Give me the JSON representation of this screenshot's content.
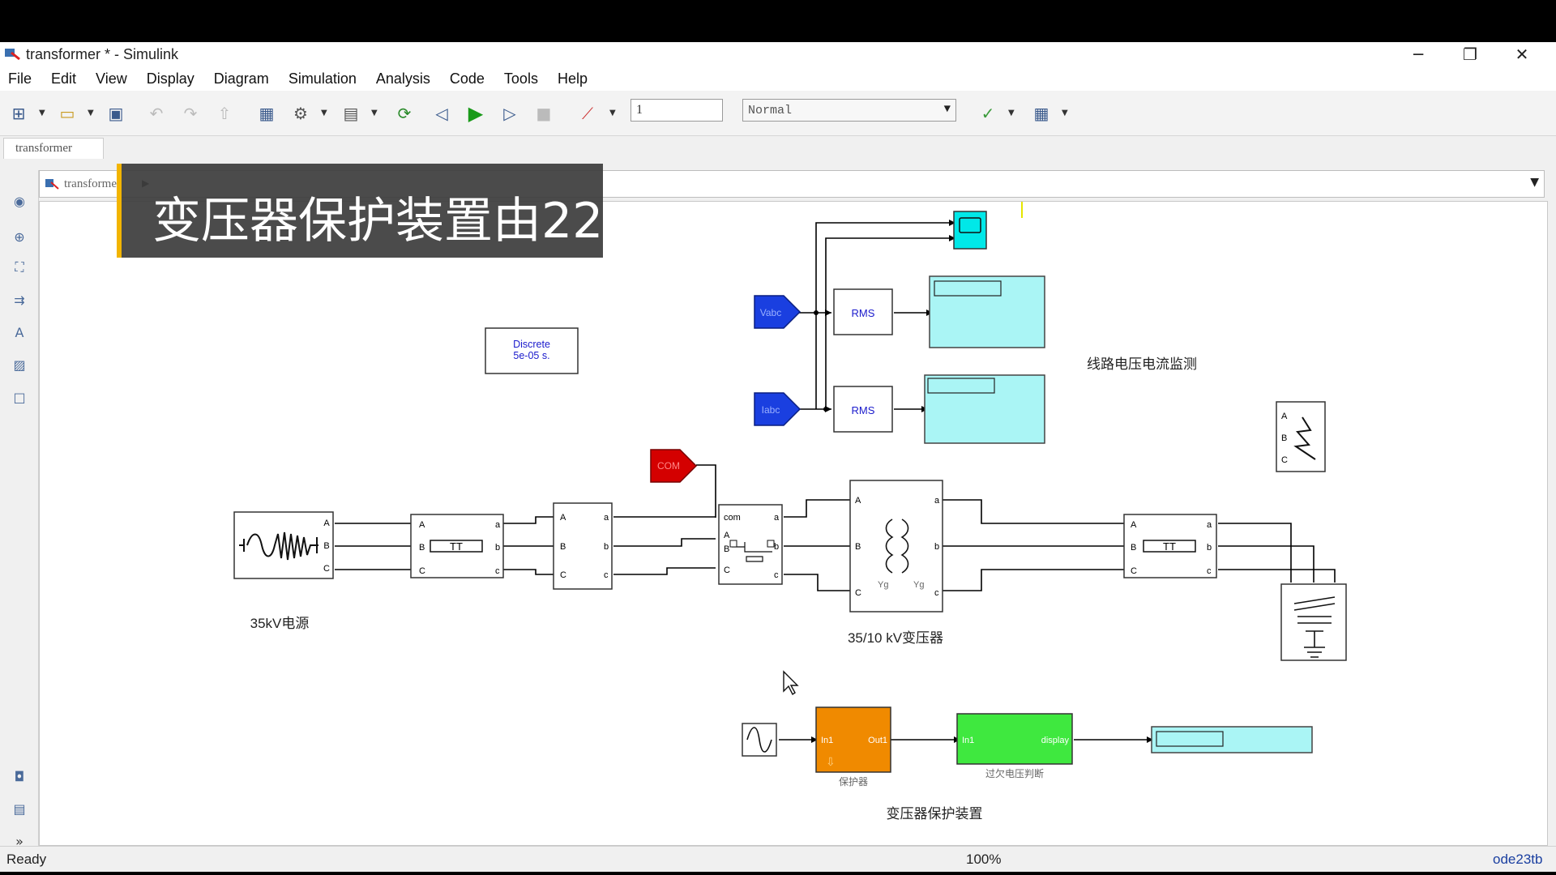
{
  "window": {
    "title": "transformer * - Simulink",
    "minimize_icon": "minimize-icon",
    "restore_icon": "restore-icon",
    "close_icon": "close-icon"
  },
  "menu": [
    "File",
    "Edit",
    "View",
    "Display",
    "Diagram",
    "Simulation",
    "Analysis",
    "Code",
    "Tools",
    "Help"
  ],
  "toolbar": {
    "stop_time": "1",
    "sim_mode": "Normal"
  },
  "tabs": [
    "transformer"
  ],
  "address": {
    "path": "transformer"
  },
  "caption": {
    "text": "变压器保护装置由22"
  },
  "diagram": {
    "powergui": [
      "Discrete",
      "5e-05 s."
    ],
    "goto_vabc": "Vabc",
    "goto_iabc": "Iabc",
    "goto_com": "COM",
    "rms_1": "RMS",
    "rms_2": "RMS",
    "label_monitor": "线路电压电流监测",
    "label_source": "35kV电源",
    "label_transformer": "35/10 kV变压器",
    "label_protection": "变压器保护装置",
    "label_protector": "保护器",
    "label_judge": "过欠电压判断",
    "port_in1_a": "In1",
    "port_out1": "Out1",
    "port_in1_b": "In1",
    "port_display": "display",
    "breaker_com": "com",
    "phase_A": "A",
    "phase_B": "B",
    "phase_C": "C",
    "phase_a": "a",
    "phase_b": "b",
    "phase_c": "c",
    "yg": "Yg"
  },
  "status": {
    "left": "Ready",
    "zoom": "100%",
    "solver": "ode23tb"
  },
  "colors": {
    "goto_blue": "#1a3fe0",
    "goto_red": "#d40000",
    "display_cyan": "#aaf5f5",
    "scope_cyan": "#00e8e8",
    "subsystem_orange": "#f08a00",
    "subsystem_green": "#3fe83f",
    "caption_bar": "#f2b400"
  }
}
